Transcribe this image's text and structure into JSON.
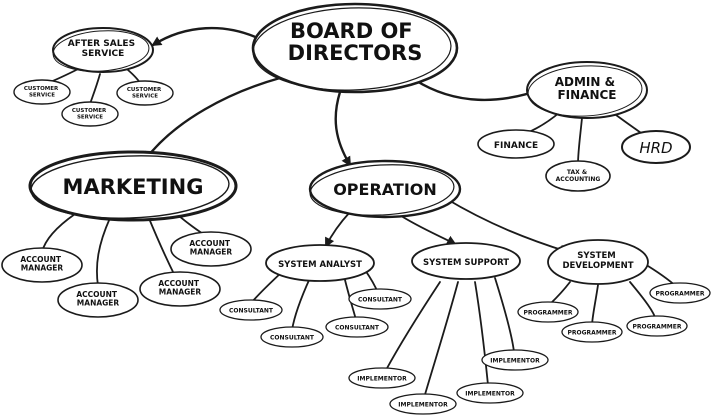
{
  "colors": {
    "ink": "#1b1b1b",
    "paper": "#ffffff"
  },
  "nodes": {
    "board": "BOARD OF DIRECTORS",
    "after_sales": "AFTER SALES SERVICE",
    "cs1": "CUSTOMER SERVICE",
    "cs2": "CUSTOMER SERVICE",
    "cs3": "CUSTOMER SERVICE",
    "admin": "ADMIN & FINANCE",
    "finance": "FINANCE",
    "tax": "TAX & ACCOUNTING",
    "hrd": "HRD",
    "marketing": "MARKETING",
    "am1": "ACCOUNT MANAGER",
    "am2": "ACCOUNT MANAGER",
    "am3": "ACCOUNT MANAGER",
    "am4": "ACCOUNT MANAGER",
    "operation": "OPERATION",
    "sys_analyst": "SYSTEM ANALYST",
    "con1": "CONSULTANT",
    "con2": "CONSULTANT",
    "con3": "CONSULTANT",
    "con4": "CONSULTANT",
    "sys_support": "SYSTEM SUPPORT",
    "imp1": "IMPLEMENTOR",
    "imp2": "IMPLEMENTOR",
    "imp3": "IMPLEMENTOR",
    "imp4": "IMPLEMENTOR",
    "sys_dev": "SYSTEM DEVELOPMENT",
    "prog1": "PROGRAMMER",
    "prog2": "PROGRAMMER",
    "prog3": "PROGRAMMER",
    "prog4": "PROGRAMMER"
  }
}
